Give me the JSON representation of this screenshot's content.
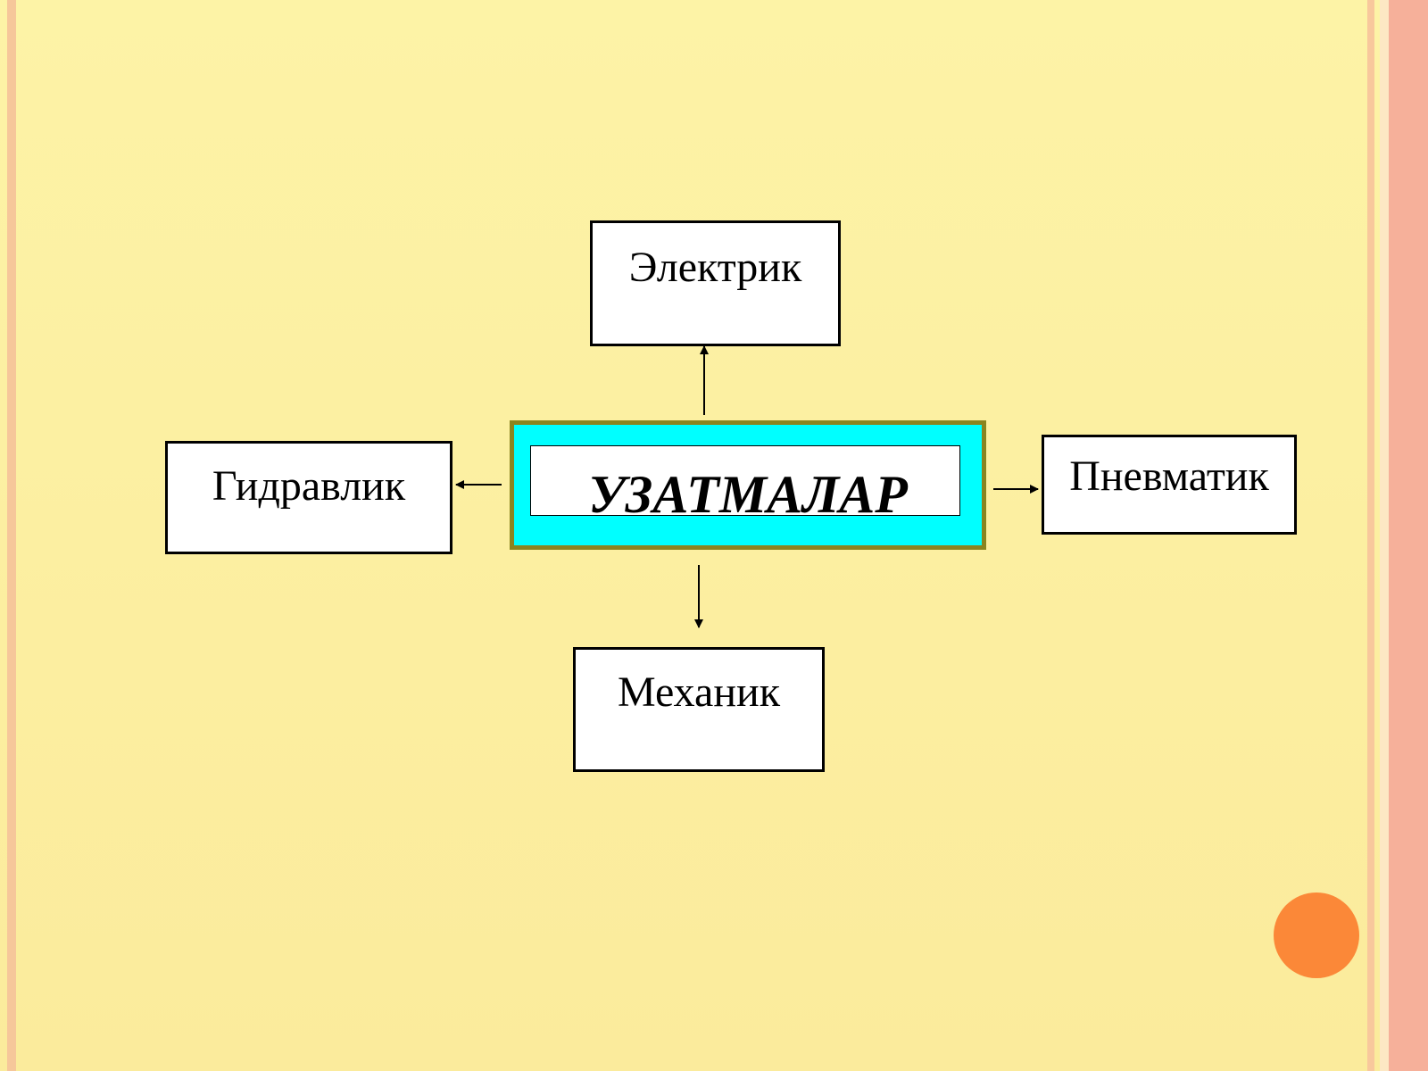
{
  "diagram": {
    "center": {
      "label": "УЗАТМАЛАР"
    },
    "nodes": {
      "top": {
        "label": "Электрик"
      },
      "left": {
        "label": "Гидравлик"
      },
      "right": {
        "label": "Пневматик"
      },
      "bottom": {
        "label": "Механик"
      }
    }
  },
  "colors": {
    "background": "#fdf2a4",
    "center_fill": "#00ffff",
    "center_border": "#8a8420",
    "accent_dot": "#fb8838",
    "stripe": "#f6b09a"
  }
}
